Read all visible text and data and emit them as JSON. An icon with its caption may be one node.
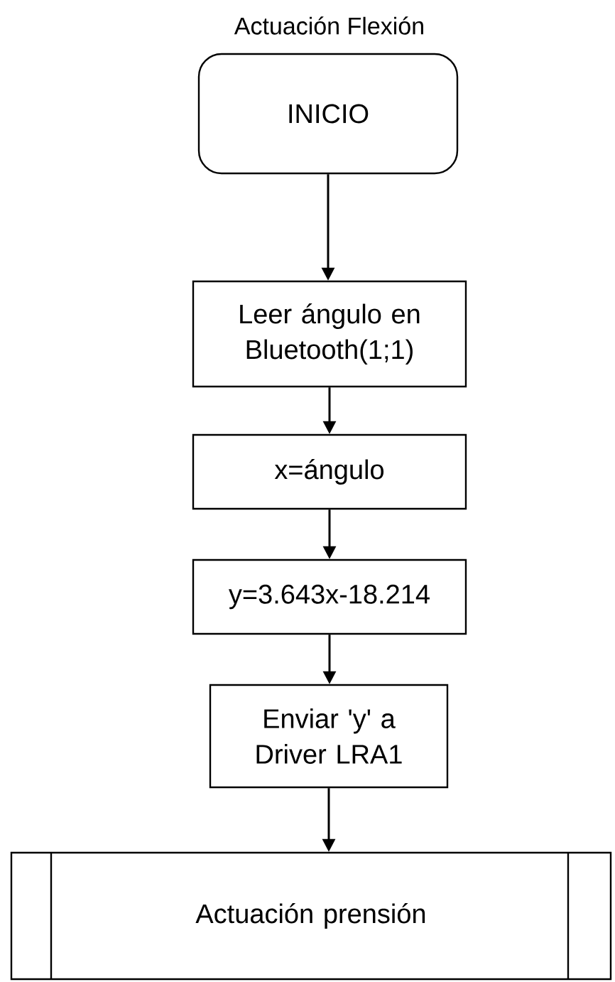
{
  "diagram": {
    "title": "Actuación Flexión",
    "nodes": [
      {
        "text": [
          "INICIO"
        ]
      },
      {
        "text": [
          "Leer ángulo en Bluetooth(1;1)"
        ]
      },
      {
        "text": [
          "x=ángulo"
        ]
      },
      {
        "text": [
          "y=3.643x-18.214"
        ]
      },
      {
        "text": [
          "Enviar 'y' a Driver LRA1"
        ]
      },
      {
        "text": [
          "Actuación prensión"
        ]
      }
    ],
    "edges": [
      {
        "from": 0,
        "to": 1,
        "arrow": "to"
      },
      {
        "from": 1,
        "to": 2,
        "arrow": "to"
      },
      {
        "from": 2,
        "to": 3,
        "arrow": "to"
      },
      {
        "from": 3,
        "to": 4,
        "arrow": "to"
      },
      {
        "from": 4,
        "to": 5,
        "arrow": "to"
      }
    ]
  }
}
